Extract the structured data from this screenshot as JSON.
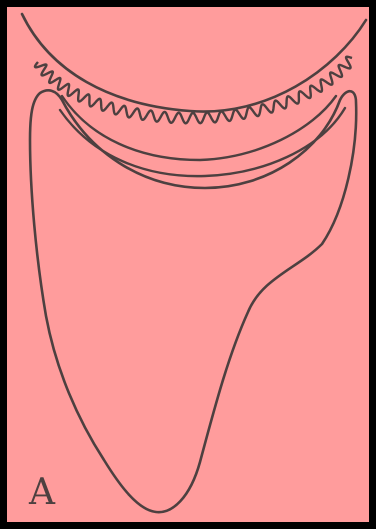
{
  "figure": {
    "panel_label": "A",
    "colors": {
      "background": "#ff9c9c",
      "stroke": "#4d4040",
      "frame": "#000000"
    },
    "shapes": [
      "outer-arc-line",
      "wavy-scalloped-band",
      "inner-band-line",
      "large-triangular-outline"
    ]
  }
}
